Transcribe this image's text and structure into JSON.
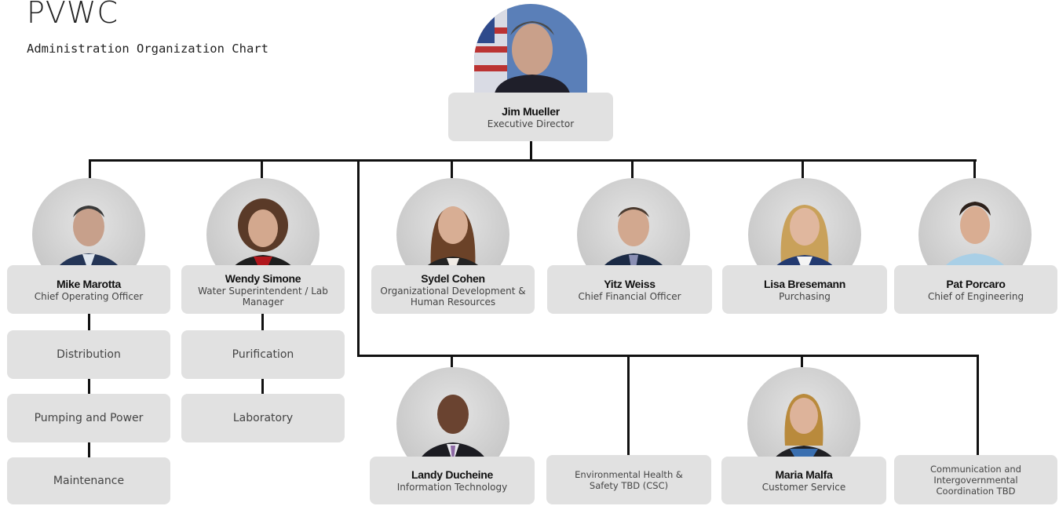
{
  "header": {
    "title": "PVWC",
    "subtitle": "Administration Organization Chart"
  },
  "executive": {
    "name": "Jim Mueller",
    "role": "Executive Director"
  },
  "leaders": [
    {
      "name": "Mike Marotta",
      "role": "Chief Operating Officer"
    },
    {
      "name": "Wendy Simone",
      "role": "Water Superintendent / Lab Manager"
    },
    {
      "name": "Sydel Cohen",
      "role": "Organizational Development & Human Resources"
    },
    {
      "name": "Yitz Weiss",
      "role": "Chief Financial Officer"
    },
    {
      "name": "Lisa Bresemann",
      "role": "Purchasing"
    },
    {
      "name": "Pat Porcaro",
      "role": "Chief of Engineering"
    }
  ],
  "operations_units": [
    "Distribution",
    "Pumping and Power",
    "Maintenance"
  ],
  "water_units": [
    "Purification",
    "Laboratory"
  ],
  "second_tier": [
    {
      "name": "Landy Ducheine",
      "role": "Information Technology"
    },
    {
      "name": "",
      "role": "Environmental Health & Safety TBD (CSC)"
    },
    {
      "name": "Maria Malfa",
      "role": "Customer Service"
    },
    {
      "name": "",
      "role": "Communication and Intergovernmental Coordination TBD"
    }
  ],
  "colors": {
    "box": "#e1e1e1",
    "line": "#111111",
    "photo_bg": "#c8c8c8"
  }
}
